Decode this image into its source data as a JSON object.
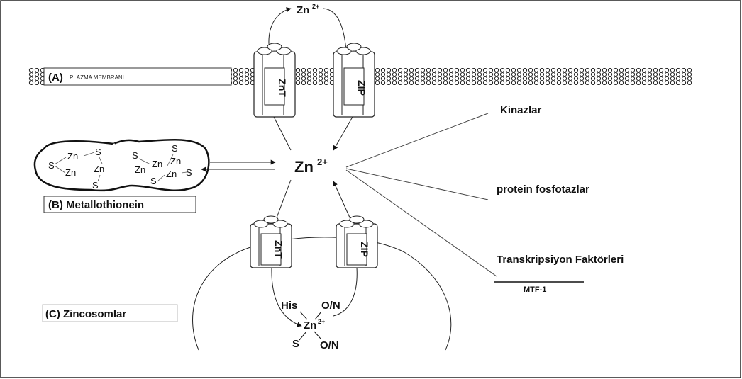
{
  "membrane": {
    "label_prefix": "(A)",
    "label_text": "PLAZMA MEMBRANI"
  },
  "transporters": {
    "znt": "ZnT",
    "zip": "ZIP"
  },
  "zinc": {
    "top": "Zn",
    "top_sup": "2+",
    "center": "Zn",
    "center_sup": "2+"
  },
  "metallothionein": {
    "label": "(B) Metallothionein",
    "atoms": [
      "Zn",
      "S",
      "S",
      "Zn",
      "Zn",
      "S",
      "S",
      "S",
      "Zn",
      "Zn",
      "Zn",
      "Zn",
      "S",
      "S"
    ]
  },
  "zincosome": {
    "label": "(C) Zincosomlar",
    "his": "His",
    "on_top": "O/N",
    "zn": "Zn",
    "zn_sup": "2+",
    "s": "S",
    "on_bottom": "O/N"
  },
  "targets": {
    "kinases": "Kinazlar",
    "phosphatases": "protein fosfotazlar",
    "transcription": "Transkripsiyon Faktörleri",
    "mtf": "MTF-1"
  }
}
